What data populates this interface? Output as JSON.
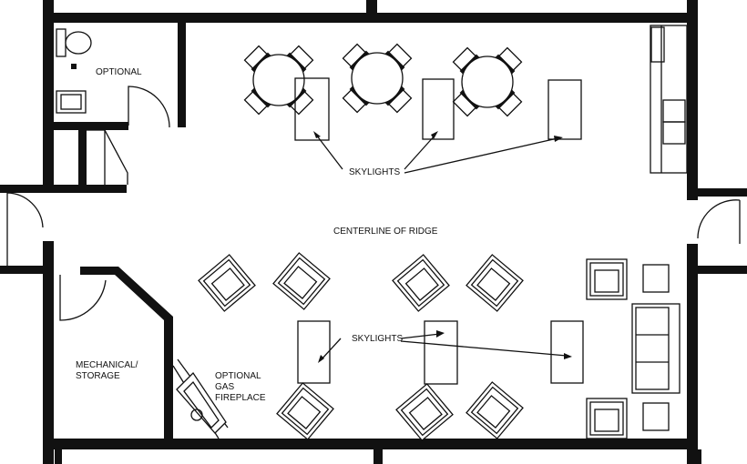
{
  "labels": {
    "optional": "OPTIONAL",
    "skylights_top": "SKYLIGHTS",
    "skylights_bottom": "SKYLIGHTS",
    "centerline": "CENTERLINE OF RIDGE",
    "mechanical_line1": "MECHANICAL/",
    "mechanical_line2": "STORAGE",
    "fireplace_line1": "Optional",
    "fireplace_line2": "Gas",
    "fireplace_line3": "Fireplace"
  },
  "icons": [
    "table-icon",
    "chair-icon",
    "armchair-icon",
    "sofa-icon",
    "toilet-icon",
    "sink-icon",
    "fireplace-icon",
    "door-swing-icon",
    "skylight-icon",
    "arrow-icon"
  ],
  "colors": {
    "ink": "#111111",
    "paper": "#ffffff"
  }
}
